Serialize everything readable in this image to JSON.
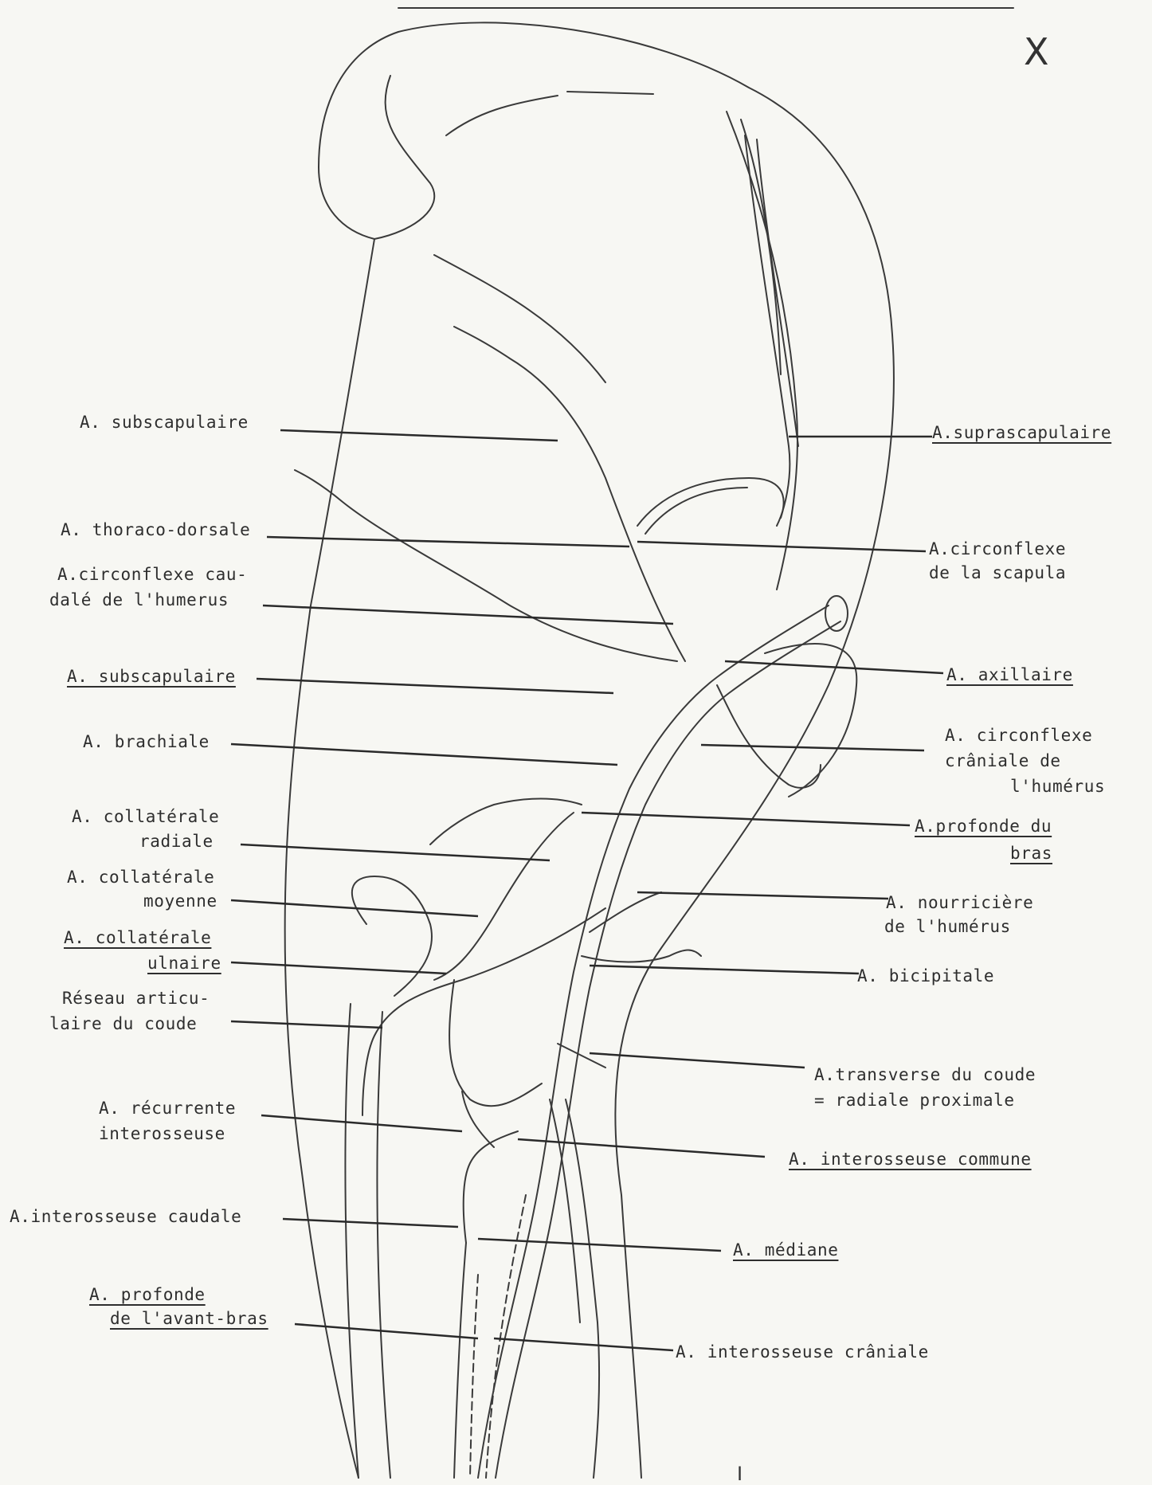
{
  "mark_top_right": "X",
  "mark_bottom": "I",
  "labels": {
    "subscapulaire_top": "A. subscapulaire",
    "thoraco_dorsale": "A. thoraco-dorsale",
    "circonflexe_caudale_l1": "A.circonflexe cau-",
    "circonflexe_caudale_l2": "dalé de l'humerus",
    "subscapulaire_mid": "A. subscapulaire",
    "brachiale": "A. brachiale",
    "collaterale_radiale_l1": "A. collatérale",
    "collaterale_radiale_l2": "radiale",
    "collaterale_moyenne_l1": "A. collatérale",
    "collaterale_moyenne_l2": "moyenne",
    "collaterale_ulnaire_l1": "A. collatérale",
    "collaterale_ulnaire_l2": "ulnaire",
    "reseau_l1": "Réseau articu-",
    "reseau_l2": "laire du coude",
    "recurrente_l1": "A. récurrente",
    "recurrente_l2": "interosseuse",
    "interosseuse_caudale": "A.interosseuse caudale",
    "profonde_avant_bras_l1": "A. profonde",
    "profonde_avant_bras_l2": "de l'avant-bras",
    "suprascapulaire": "A.suprascapulaire",
    "circonflexe_scapula_l1": "A.circonflexe",
    "circonflexe_scapula_l2": "de la scapula",
    "axillaire": "A. axillaire",
    "circonflexe_craniale_l1": "A. circonflexe",
    "circonflexe_craniale_l2": "crâniale de",
    "circonflexe_craniale_l3": "l'humérus",
    "profonde_bras_l1": "A.profonde du",
    "profonde_bras_l2": "bras",
    "nourriciere_l1": "A. nourricière",
    "nourriciere_l2": "de l'humérus",
    "bicipitale": "A. bicipitale",
    "transverse_l1": "A.transverse du coude",
    "transverse_l2": "= radiale proximale",
    "interosseuse_commune": "A. interosseuse commune",
    "mediane": "A. médiane",
    "interosseuse_craniale": "A. interosseuse crâniale"
  }
}
